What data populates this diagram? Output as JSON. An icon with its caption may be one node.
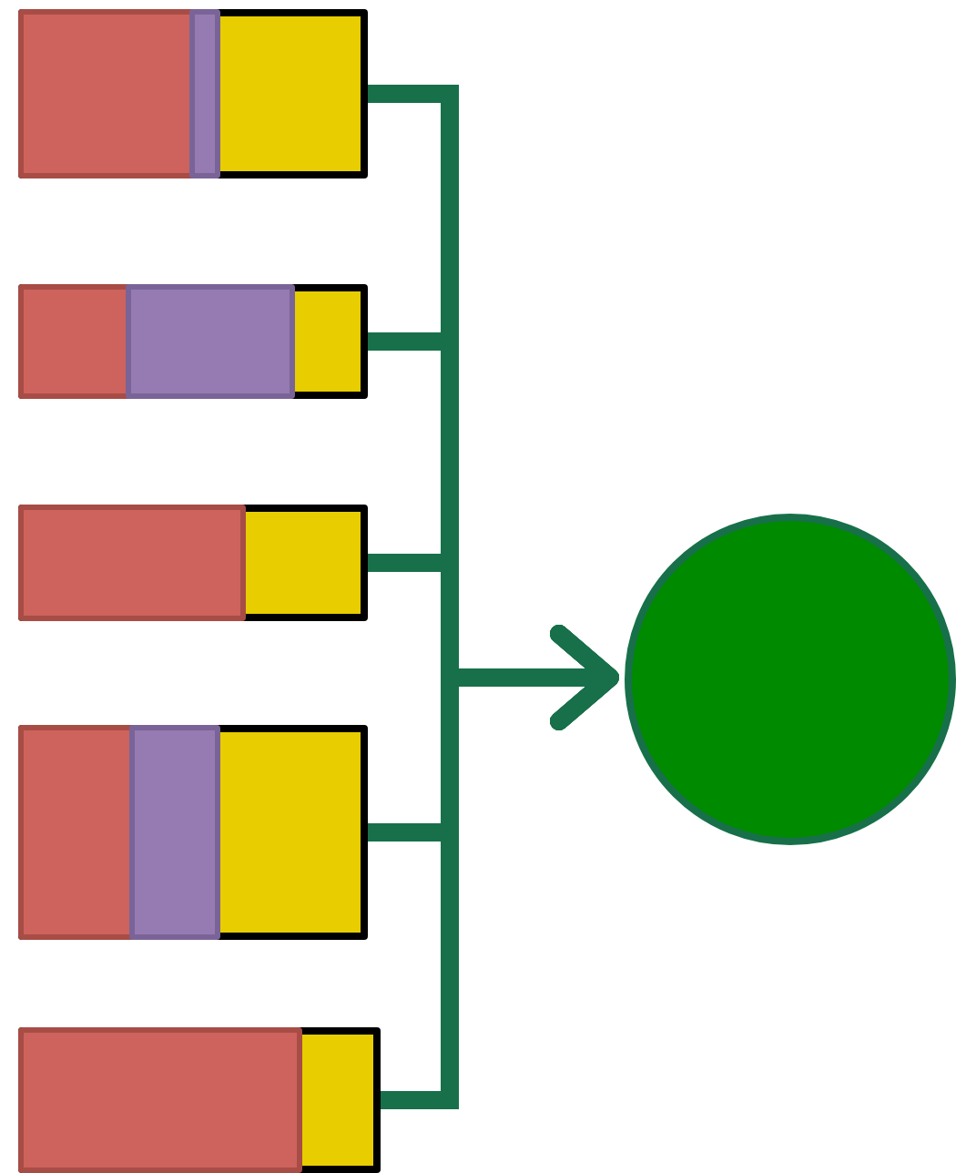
{
  "diagram": {
    "nodes": [
      {
        "text": [],
        "shape": "box"
      },
      {
        "text": [],
        "shape": "box",
        "in": 0
      },
      {
        "text": [],
        "shape": "box",
        "in": 0
      },
      {
        "text": [],
        "shape": "box"
      },
      {
        "text": [],
        "shape": "box",
        "in": 3
      },
      {
        "text": [],
        "shape": "box",
        "in": 3
      },
      {
        "text": [],
        "shape": "box"
      },
      {
        "text": [],
        "shape": "box",
        "in": 6
      },
      {
        "text": [],
        "shape": "box"
      },
      {
        "text": [],
        "shape": "box",
        "in": 8
      },
      {
        "text": [],
        "shape": "box",
        "in": 8
      },
      {
        "text": [],
        "shape": "box"
      },
      {
        "text": [],
        "shape": "box",
        "in": 11
      },
      {
        "text": [],
        "shape": "circle"
      }
    ],
    "edges": [
      {
        "from": 0,
        "to": 13,
        "arrow": "to"
      },
      {
        "from": 3,
        "to": 13,
        "arrow": "to"
      },
      {
        "from": 6,
        "to": 13,
        "arrow": "to"
      },
      {
        "from": 8,
        "to": 13,
        "arrow": "to"
      },
      {
        "from": 11,
        "to": 13,
        "arrow": "to"
      }
    ]
  }
}
